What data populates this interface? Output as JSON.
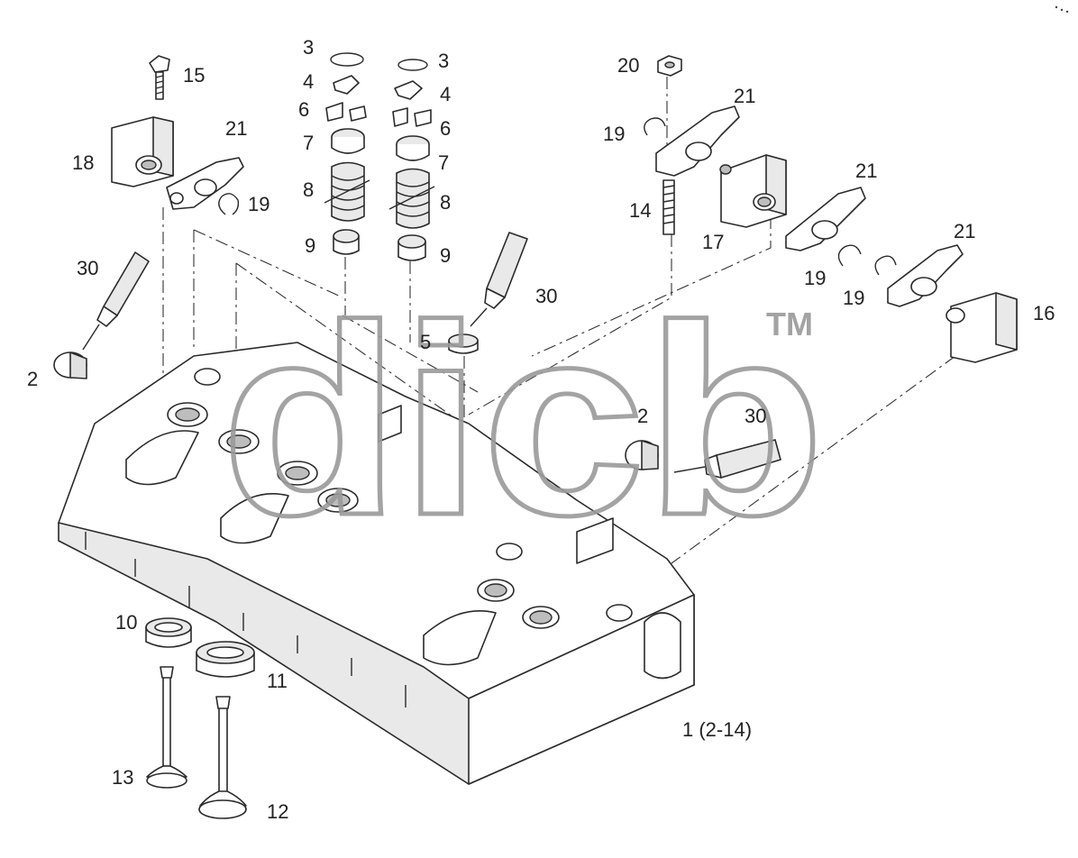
{
  "callouts": {
    "c15": "15",
    "c18": "18",
    "c21a": "21",
    "c19a": "19",
    "c30a": "30",
    "c2a": "2",
    "c3a": "3",
    "c4a": "4",
    "c6a": "6",
    "c7a": "7",
    "c8a": "8",
    "c9a": "9",
    "c3b": "3",
    "c4b": "4",
    "c6b": "6",
    "c7b": "7",
    "c8b": "8",
    "c9b": "9",
    "c30b": "30",
    "c5": "5",
    "c20": "20",
    "c21b": "21",
    "c19b": "19",
    "c14": "14",
    "c17": "17",
    "c21c": "21",
    "c19c": "19",
    "c19d": "19",
    "c21d": "21",
    "c16": "16",
    "c2b": "2",
    "c30c": "30",
    "c10": "10",
    "c11": "11",
    "c13": "13",
    "c12": "12",
    "c1": "1 (2-14)"
  },
  "watermark": {
    "text": "dicb",
    "trademark": "TM",
    "color": "#9a9a9a"
  }
}
